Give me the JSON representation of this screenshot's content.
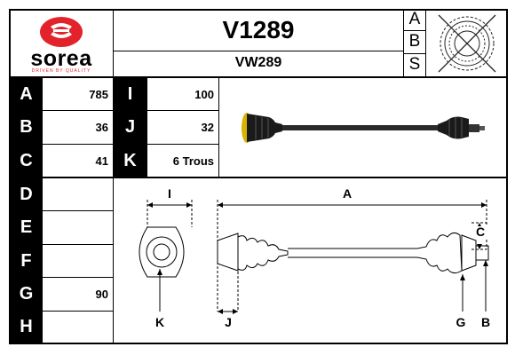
{
  "brand": {
    "name": "sorea",
    "tagline": "DRIVEN BY QUALITY",
    "logo_color": "#e3232c",
    "logo_icon": "sorea-logo-icon"
  },
  "header": {
    "part_number": "V1289",
    "reference": "VW289",
    "abs_letters": [
      "A",
      "B",
      "S"
    ],
    "abs_icon": "abs-ring-icon"
  },
  "specs": [
    {
      "label": "A",
      "value": "785"
    },
    {
      "label": "B",
      "value": "36"
    },
    {
      "label": "C",
      "value": "41"
    },
    {
      "label": "D",
      "value": ""
    },
    {
      "label": "E",
      "value": ""
    },
    {
      "label": "F",
      "value": ""
    },
    {
      "label": "G",
      "value": "90"
    },
    {
      "label": "H",
      "value": ""
    }
  ],
  "specs_right": [
    {
      "label": "I",
      "value": "100"
    },
    {
      "label": "J",
      "value": "32"
    },
    {
      "label": "K",
      "value": "6 Trous"
    }
  ],
  "drawing_labels": {
    "A": "A",
    "B": "B",
    "C": "C",
    "G": "G",
    "I": "I",
    "J": "J",
    "K": "K"
  },
  "images": {
    "photo": "drive-shaft-photo",
    "diagram": "drive-shaft-diagram"
  }
}
